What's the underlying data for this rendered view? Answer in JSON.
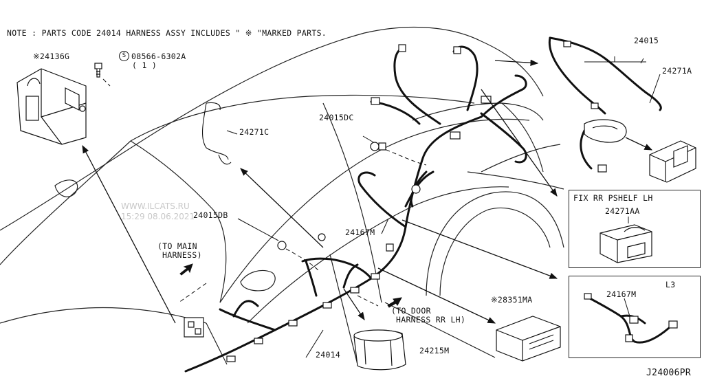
{
  "note": "NOTE : PARTS CODE 24014 HARNESS ASSY INCLUDES \" ※ \"MARKED PARTS.",
  "labels": {
    "p24136g": "※24136G",
    "screw_code": "08566-6302A",
    "screw_symbol": "S",
    "screw_qty": "( 1 )",
    "p24271c": "24271C",
    "p24015dc": "24015DC",
    "p24015": "24015",
    "p24271a": "24271A",
    "p24015db": "24015DB",
    "p24167m_main": "24167M",
    "to_main_line1": "(TO MAIN",
    "to_main_line2": "HARNESS)",
    "to_door_line1": "(TO DOOR",
    "to_door_line2": "HARNESS RR LH)",
    "p28351ma": "※28351MA",
    "p24014": "24014",
    "p24215m": "24215M",
    "diagram_code": "J24006PR"
  },
  "inset_pshelf": {
    "title": "FIX RR PSHELF LH",
    "part": "24271AA"
  },
  "inset_l3": {
    "variant": "L3",
    "part": "24167M"
  },
  "watermark": {
    "site": "WWW.ILCATS.RU",
    "timestamp": "15:29 08.06.2021"
  }
}
